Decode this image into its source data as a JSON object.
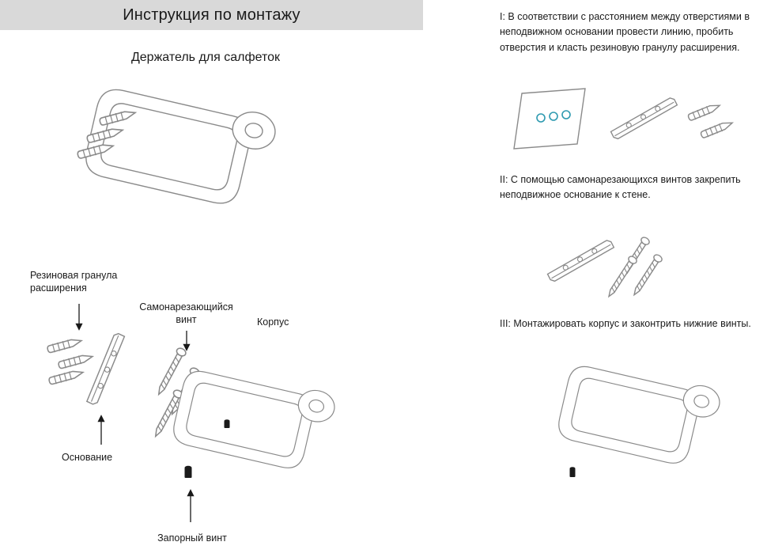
{
  "header": {
    "title": "Инструкция по монтажу"
  },
  "product": {
    "title": "Держатель для салфеток"
  },
  "exploded_labels": {
    "rubber_granule": "Резиновая гранула расширения",
    "self_tapping_screw": "Самонарезающийся винт",
    "body": "Корпус",
    "base": "Основание",
    "locking_screw": "Запорный винт"
  },
  "steps": [
    {
      "num": "I",
      "text": "I: В соответствии с расстоянием между отверстиями в неподвижном основании провести линию, пробить отверстия и класть резиновую гранулу расширения."
    },
    {
      "num": "II",
      "text": "II: С помощью самонарезающихся винтов закрепить неподвижное основание к стене."
    },
    {
      "num": "III",
      "text": "III: Монтажировать корпус и законтрить нижние винты."
    }
  ],
  "colors": {
    "header_bg": "#d9d9d9",
    "line_art": "#8a8a8a",
    "hole_accent": "#2e9ab0"
  }
}
